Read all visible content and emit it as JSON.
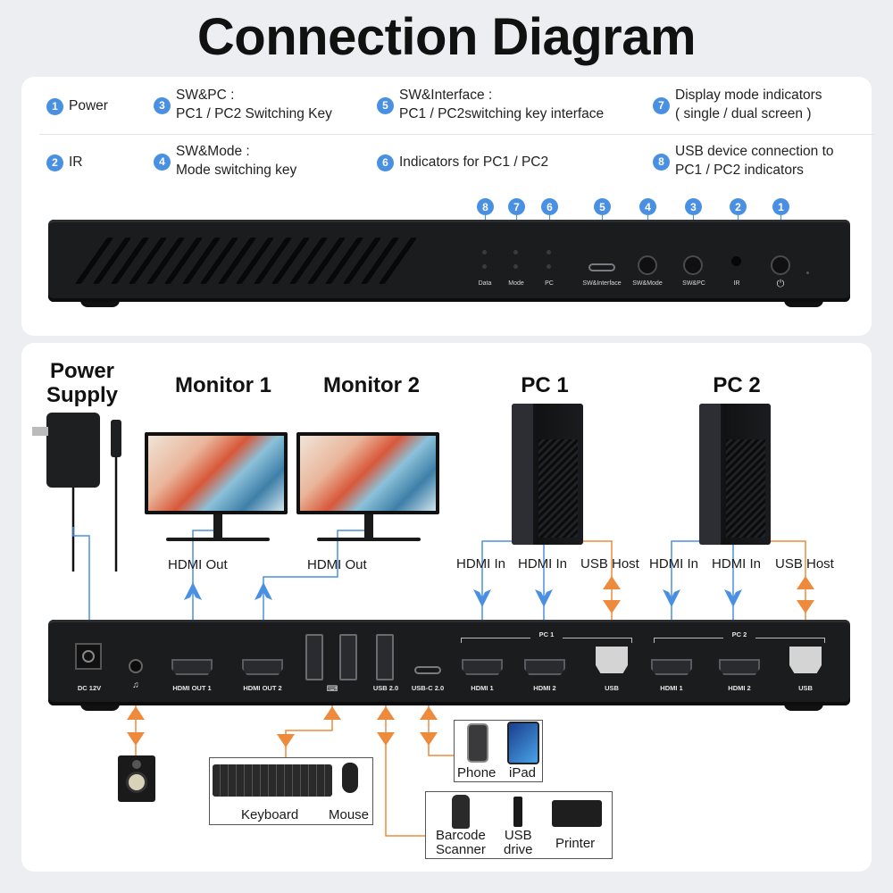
{
  "title": "Connection Diagram",
  "legend": [
    {
      "num": "1",
      "text": "Power"
    },
    {
      "num": "2",
      "text": "IR"
    },
    {
      "num": "3",
      "text": "SW&PC :\nPC1 / PC2 Switching Key"
    },
    {
      "num": "4",
      "text": "SW&Mode :\nMode switching key"
    },
    {
      "num": "5",
      "text": "SW&Interface :\nPC1 / PC2switching key interface"
    },
    {
      "num": "6",
      "text": "Indicators for PC1 / PC2"
    },
    {
      "num": "7",
      "text": "Display mode indicators\n( single / dual screen )"
    },
    {
      "num": "8",
      "text": "USB device connection to\nPC1 / PC2 indicators"
    }
  ],
  "front_panel": {
    "callouts": [
      "8",
      "7",
      "6",
      "5",
      "4",
      "3",
      "2",
      "1"
    ],
    "labels": {
      "data": "Data",
      "mode": "Mode",
      "pc": "PC",
      "sw_interface": "SW&Interface",
      "sw_mode": "SW&Mode",
      "sw_pc": "SW&PC",
      "ir": "IR",
      "power_symbol": "⏻"
    }
  },
  "devices": {
    "power_supply": "Power\nSupply",
    "monitor1": "Monitor 1",
    "monitor2": "Monitor 2",
    "pc1": "PC 1",
    "pc2": "PC 2"
  },
  "cable_labels": {
    "hdmi_out_1": "HDMI Out",
    "hdmi_out_2": "HDMI Out",
    "pc1_hdmi_in_1": "HDMI In",
    "pc1_hdmi_in_2": "HDMI In",
    "pc1_usb_host": "USB Host",
    "pc2_hdmi_in_1": "HDMI In",
    "pc2_hdmi_in_2": "HDMI In",
    "pc2_usb_host": "USB Host"
  },
  "rear_panel": {
    "dc": "DC 12V",
    "hdmi_out_1": "HDMI OUT 1",
    "hdmi_out_2": "HDMI OUT 2",
    "usb20": "USB 2.0",
    "usbc20": "USB-C 2.0",
    "pc1_group": "PC 1",
    "pc2_group": "PC 2",
    "pc1_hdmi1": "HDMI 1",
    "pc1_hdmi2": "HDMI 2",
    "pc1_usb": "USB",
    "pc2_hdmi1": "HDMI 1",
    "pc2_hdmi2": "HDMI 2",
    "pc2_usb": "USB"
  },
  "peripherals": {
    "keyboard": "Keyboard",
    "mouse": "Mouse",
    "phone": "Phone",
    "ipad": "iPad",
    "barcode_scanner": "Barcode\nScanner",
    "usb_drive": "USB\ndrive",
    "printer": "Printer"
  },
  "colors": {
    "accent_blue": "#4a90e2",
    "cable_orange": "#ee8a3c",
    "device_body": "#1b1c1e"
  }
}
